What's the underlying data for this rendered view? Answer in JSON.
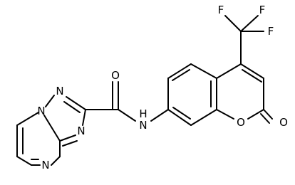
{
  "molecule": {
    "atoms": {
      "f_top_left": "F",
      "f_top_right": "F",
      "f_right": "F",
      "o_carbonyl_amide": "O",
      "n_amide": "N",
      "h_amide": "H",
      "o_ring": "O",
      "o_carbonyl_lactone": "O",
      "n_triazole_1": "N",
      "n_triazole_2": "N",
      "n_bridgehead": "N",
      "n_pyrimidine": "N"
    }
  },
  "colors": {
    "bond": "#000000",
    "label": "#000000",
    "background": "#ffffff"
  }
}
